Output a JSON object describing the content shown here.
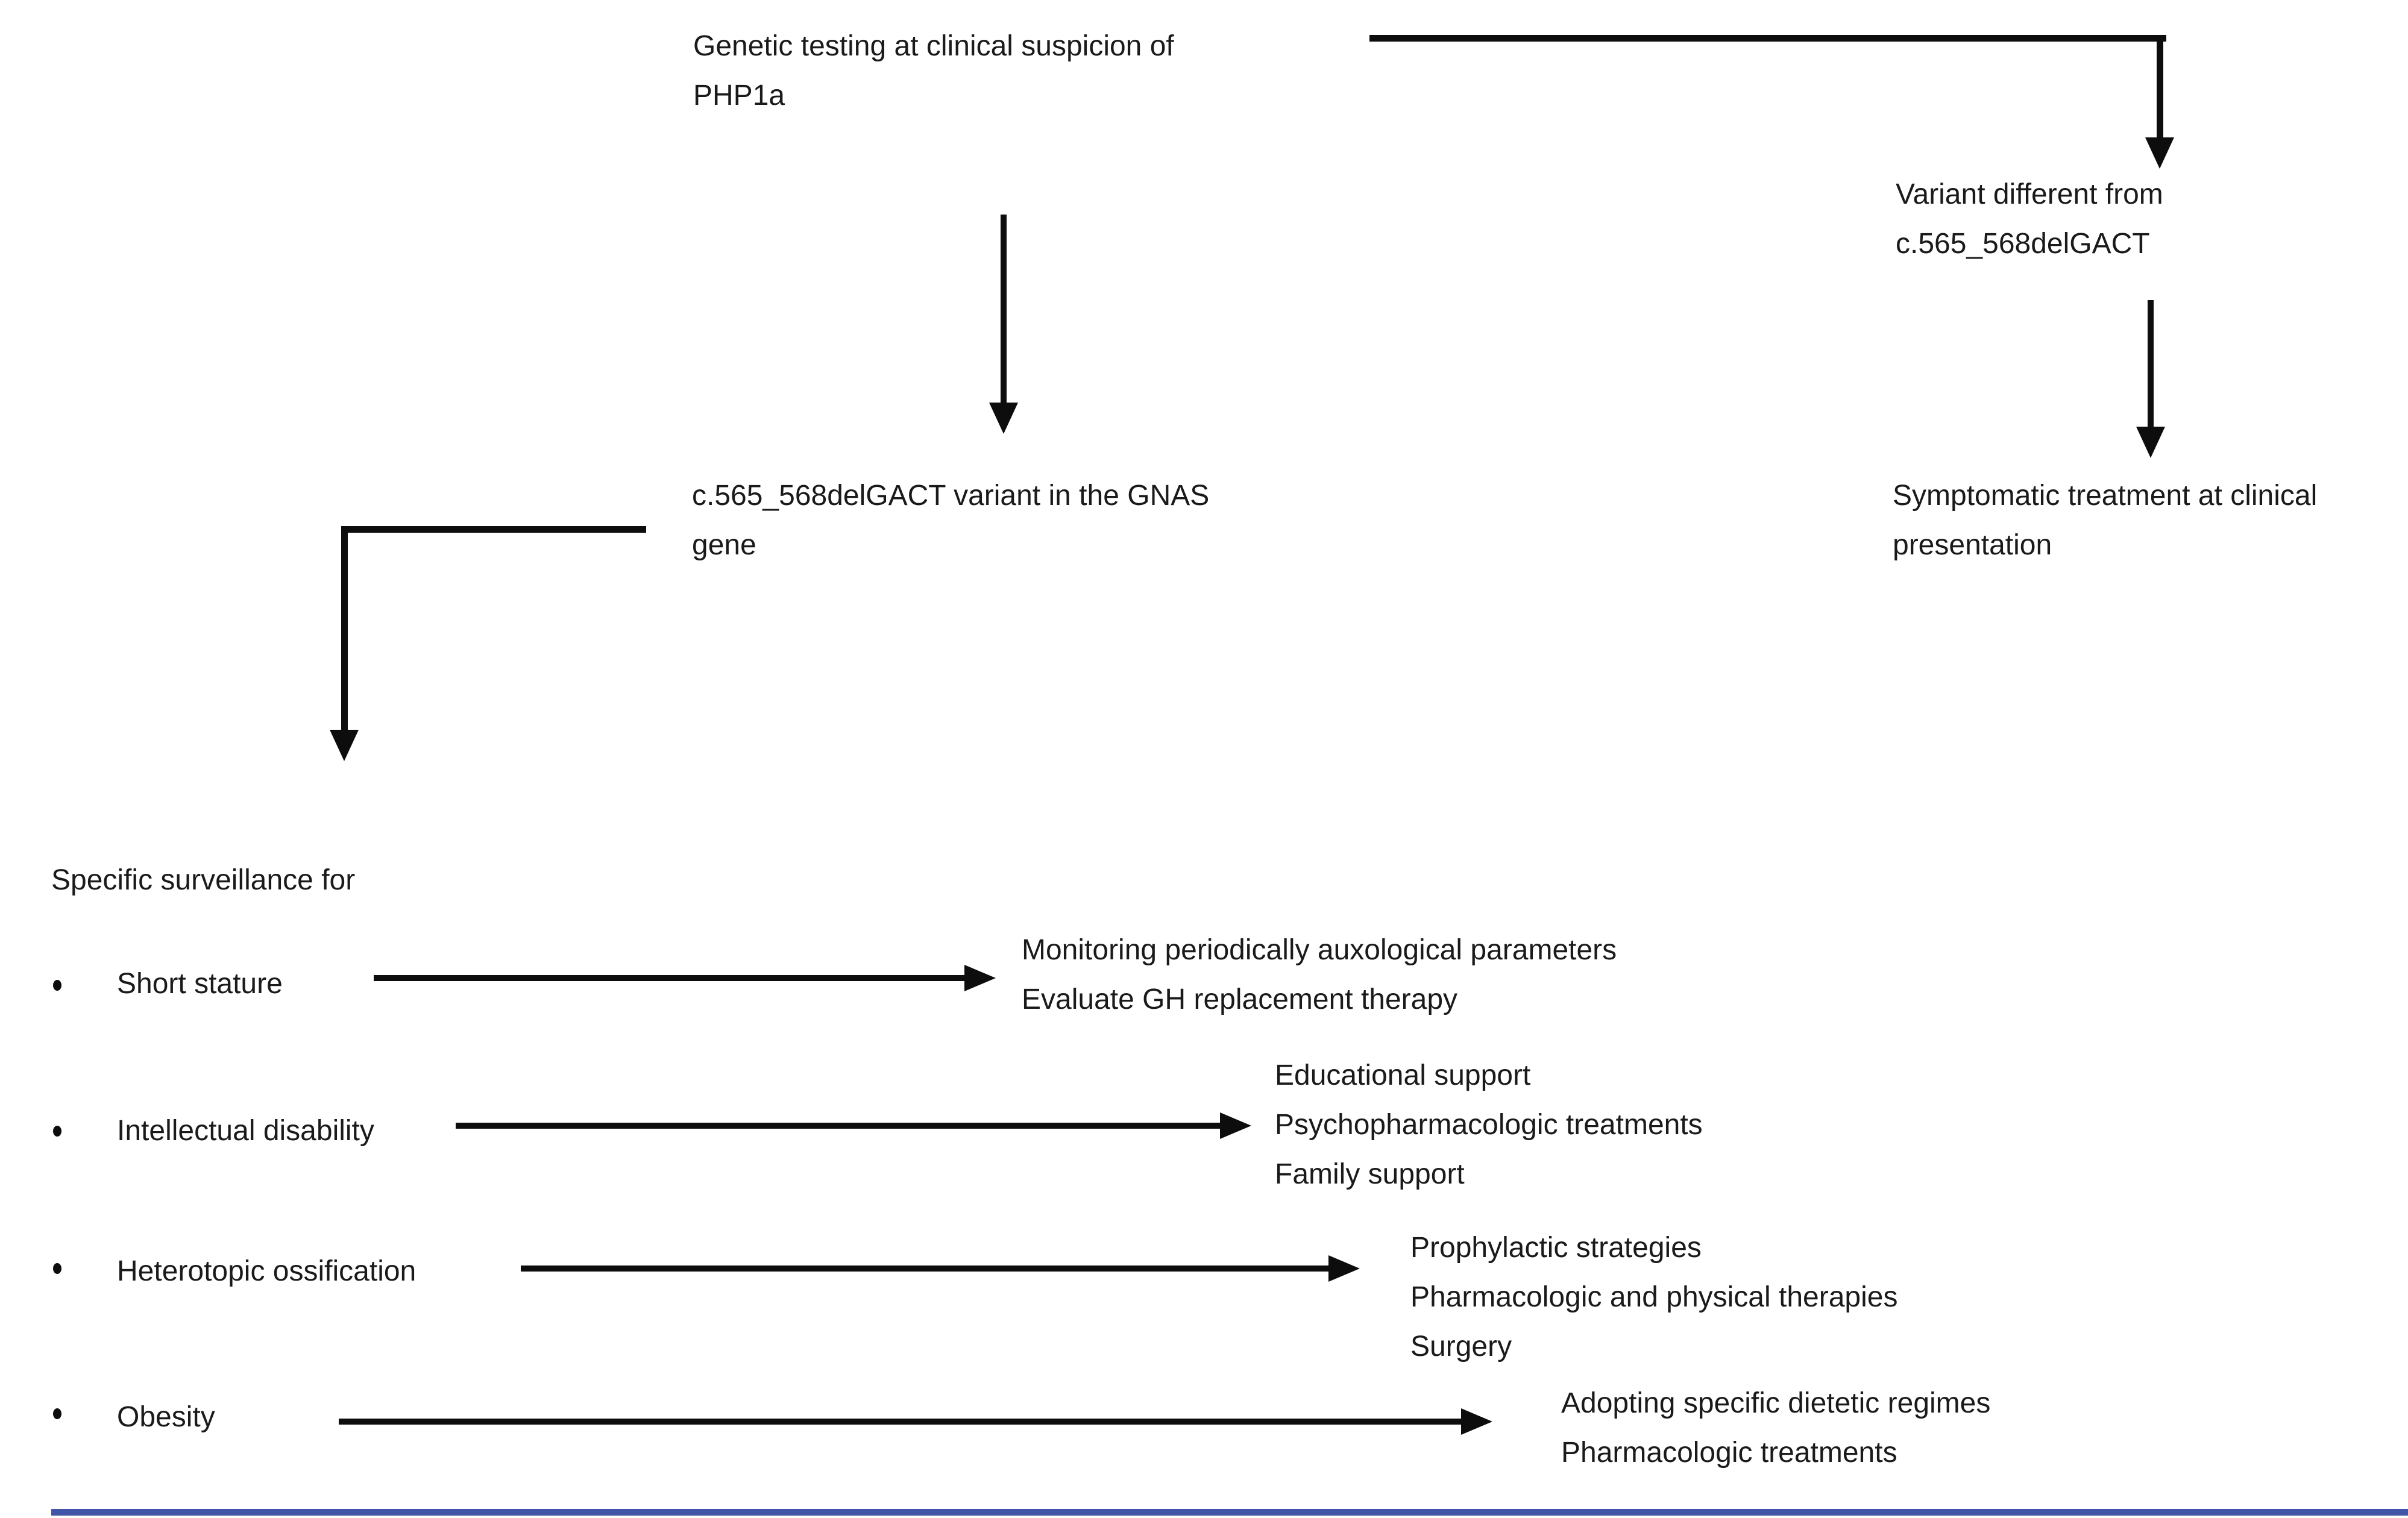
{
  "figure": {
    "title": "PHP1a genetic testing and surveillance algorithm",
    "colors": {
      "background": "#ffffff",
      "text": "#1a1a1a",
      "connector": "#0d0d0d",
      "accent_bar": "#4055a8"
    },
    "nodes": {
      "genetic_testing": {
        "line1": "Genetic testing at clinical suspicion of",
        "line2": "PHP1a"
      },
      "variant_different": {
        "line1": "Variant different from",
        "line2": "c.565_568delGACT"
      },
      "symptomatic_treatment": {
        "line1": "Symptomatic treatment at clinical",
        "line2": "presentation"
      },
      "c565_variant": {
        "line1": "c.565_568delGACT variant in the GNAS",
        "line2": "gene"
      },
      "surveillance_heading": "Specific surveillance for"
    },
    "surveillance_items": [
      {
        "label": "Short stature",
        "treatments": [
          "Monitoring periodically auxological parameters",
          "Evaluate GH replacement therapy"
        ]
      },
      {
        "label": "Intellectual disability",
        "treatments": [
          "Educational support",
          "Psychopharmacologic treatments",
          "Family support"
        ]
      },
      {
        "label": "Heterotopic ossification",
        "treatments": [
          "Prophylactic strategies",
          "Pharmacologic and physical therapies",
          "Surgery"
        ]
      },
      {
        "label": "Obesity",
        "treatments": [
          "Adopting specific dietetic regimes",
          "Pharmacologic treatments"
        ]
      }
    ]
  }
}
